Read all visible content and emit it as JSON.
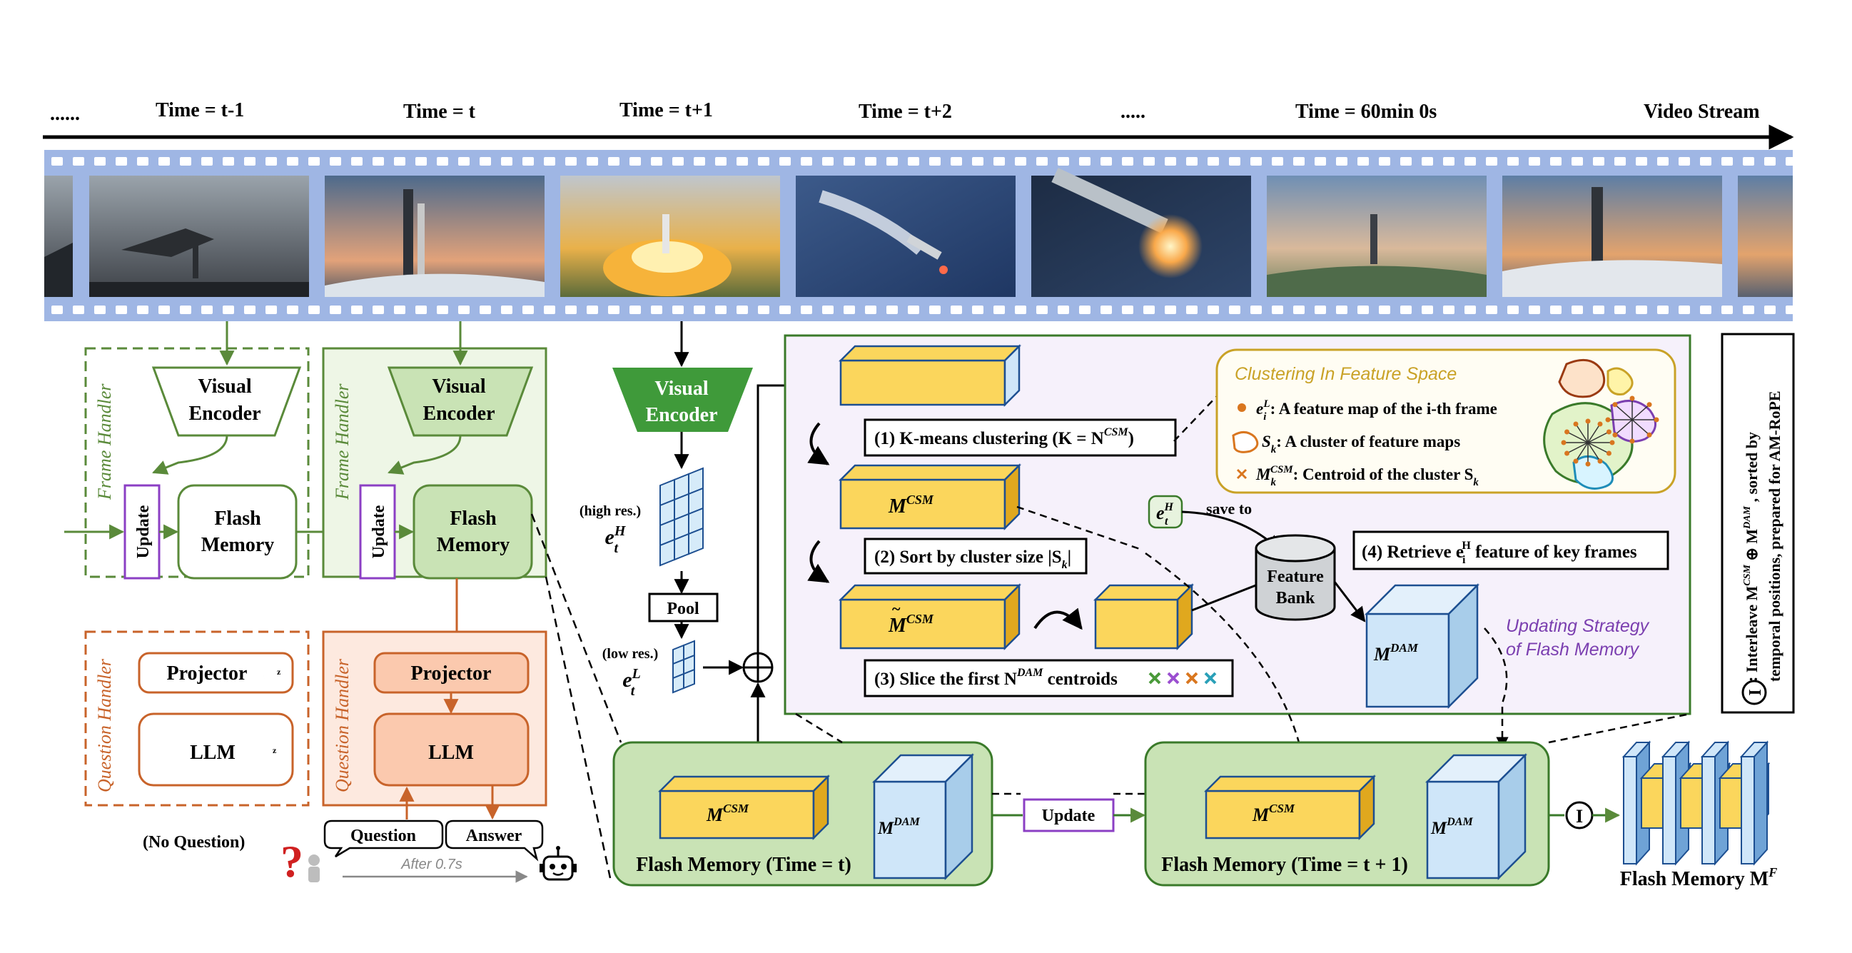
{
  "timeline": {
    "labels": [
      "......",
      "Time = t-1",
      "Time = t",
      "Time = t+1",
      "Time = t+2",
      ".....",
      "Time = 60min 0s",
      "Video Stream"
    ]
  },
  "colors": {
    "film": "#9fb6e4",
    "handler_green": "#5a8a3a",
    "handler_fill": "#eef6e6",
    "question_orange": "#c8632a",
    "question_fill": "#fde9df",
    "purple": "#7b3fb0",
    "yellow": "#fbd65c",
    "blue_cube": "#cfe6f9",
    "gold_border": "#c9a227"
  },
  "frame_handler": {
    "label": "Frame Handler",
    "encoder_line1": "Visual",
    "encoder_line2": "Encoder",
    "update": "Update",
    "flash_line1": "Flash",
    "flash_line2": "Memory"
  },
  "question_handler": {
    "label": "Question Handler",
    "projector": "Projector",
    "llm": "LLM",
    "sleep_icon": "moon-zz-icon"
  },
  "qa": {
    "no_question": "(No Question)",
    "question": "Question",
    "answer": "Answer",
    "after": "After 0.7s",
    "user_icon": "question-person-icon",
    "bot_icon": "robot-icon"
  },
  "encoder_column": {
    "encoder_line1": "Visual",
    "encoder_line2": "Encoder",
    "high_res": "(high res.)",
    "pool": "Pool",
    "low_res": "(low res.)"
  },
  "strategy": {
    "step1": "(1) K-means clustering (K = N",
    "step1_sup": "CSM",
    "step2": "(2) Sort by cluster size |S",
    "step2_sub": "k",
    "step3": "(3) Slice the first N",
    "step3_sup": "DAM",
    "step3_tail": " centroids",
    "step4": "(4) Retrieve e",
    "step4_tail": " feature of key frames",
    "save_to": "save to",
    "feature_bank_line1": "Feature",
    "feature_bank_line2": "Bank",
    "title_line1": "Updating Strategy",
    "title_line2": "of Flash Memory",
    "cross_colors": [
      "#4a9a3a",
      "#9b4fd0",
      "#d9761f",
      "#2aa0b8"
    ]
  },
  "clustering": {
    "title": "Clustering In Feature Space",
    "item1_tail": ": A feature map of the i-th frame",
    "item2_tail": ": A cluster of feature maps",
    "item3_tail": ": Centroid of the cluster S"
  },
  "flash": {
    "csm": "M",
    "csm_sup": "CSM",
    "dam_sup": "DAM",
    "time_t": "Flash Memory (Time = t)",
    "time_t1": "Flash Memory (Time = t + 1)",
    "update": "Update",
    "final": "Flash Memory M",
    "final_sup": "F"
  },
  "side_note": {
    "text": ": Interleave M^CSM ⊕ M^DAM , sorted by temporal positions, prepared for AM-RoPE",
    "interleave_icon": "I"
  }
}
